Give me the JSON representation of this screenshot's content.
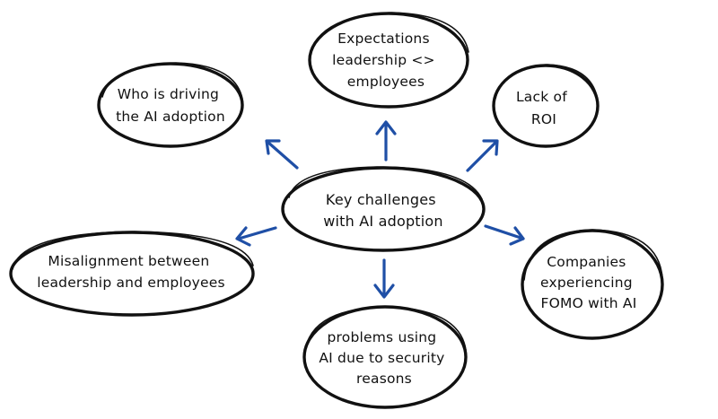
{
  "diagram": {
    "center": {
      "lines": [
        "Key challenges",
        "with AI adoption"
      ]
    },
    "nodes": [
      {
        "id": "who-driving",
        "lines": [
          "Who is driving",
          "the AI adoption"
        ]
      },
      {
        "id": "expectations",
        "lines": [
          "Expectations",
          "leadership <>",
          "employees"
        ]
      },
      {
        "id": "lack-roi",
        "lines": [
          "Lack of",
          "ROI"
        ]
      },
      {
        "id": "misalignment",
        "lines": [
          "Misalignment between",
          "leadership and employees"
        ]
      },
      {
        "id": "fomo",
        "lines": [
          "Companies",
          "experiencing",
          "FOMO with AI"
        ]
      },
      {
        "id": "security",
        "lines": [
          "problems using",
          "AI due to security",
          "reasons"
        ]
      }
    ]
  },
  "colors": {
    "arrow": "#1f4fa6",
    "outline": "#111111",
    "text": "#111111",
    "background": "#ffffff"
  }
}
